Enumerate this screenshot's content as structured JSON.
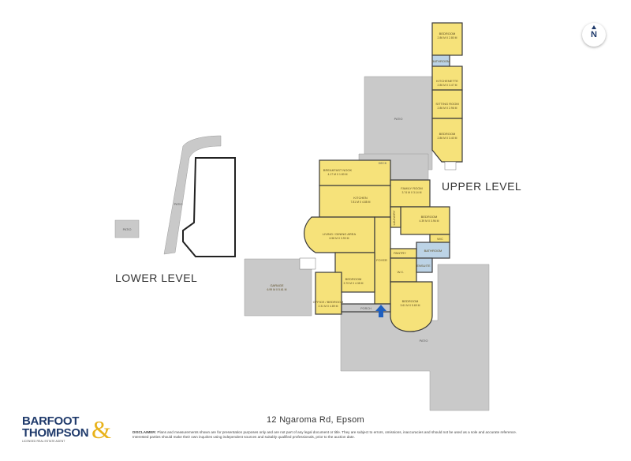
{
  "levels": {
    "upper": "UPPER LEVEL",
    "lower": "LOWER LEVEL"
  },
  "address": "12 Ngaroma Rd, Epsom",
  "compass": "N",
  "brand": {
    "line1": "BARFOOT",
    "line2": "THOMPSON",
    "amp": "&",
    "subline": "LICENSED REAL ESTATE AGENT"
  },
  "disclaimer": {
    "heading": "DISCLAIMER:",
    "text": "Plans and measurements shown are for presentation purposes only and are not part of any legal document or title. They are subject to errors, omissions, inaccuracies and should not be used as a sole and accurate reference. Interested parties should make their own inquiries using independent sources and suitably qualified professionals, prior to the auction date."
  },
  "rooms": {
    "bedroom_top": {
      "name": "BEDROOM",
      "dims": "2.86 M X 2.80 M"
    },
    "bathroom_top": {
      "name": "BATHROOM"
    },
    "kitchenette": {
      "name": "KITCHENETTE",
      "dims": "2.86 M X 3.47 M"
    },
    "sitting_room": {
      "name": "SITTING ROOM",
      "dims": "2.86 M X 2.96 M"
    },
    "bedroom_upper2": {
      "name": "BEDROOM",
      "dims": "2.86 M X 3.40 M"
    },
    "breakfast_nook": {
      "name": "BREAKFAST NOOK",
      "dims": "4.17 M X 1.80 M"
    },
    "kitchen": {
      "name": "KITCHEN",
      "dims": "7.81 M X 4.88 M"
    },
    "family_room": {
      "name": "FAMILY ROOM",
      "dims": "3.74 M X 3.14 M"
    },
    "bedroom_east": {
      "name": "BEDROOM",
      "dims": "4.39 M X 3.96 M"
    },
    "laundry": {
      "name": "LAUNDRY"
    },
    "wic": {
      "name": "W/C"
    },
    "bathroom_main": {
      "name": "BATHROOM"
    },
    "living_dining": {
      "name": "LIVING / DINING AREA",
      "dims": "6.58 M X 3.90 M"
    },
    "foyer": {
      "name": "FOYER"
    },
    "pantry": {
      "name": "PANTRY"
    },
    "wc": {
      "name": "W.C."
    },
    "ensuite": {
      "name": "ENSUITE"
    },
    "bedroom_mid": {
      "name": "BEDROOM",
      "dims": "3.70 M X 4.38 M"
    },
    "garage": {
      "name": "GARAGE",
      "dims": "6.99 M X 5.61 M"
    },
    "office": {
      "name": "OFFICE / BEDROOM",
      "dims": "2.31 M X 4.89 M"
    },
    "bedroom_master": {
      "name": "BEDROOM",
      "dims": "3.61 M X 5.69 M"
    }
  },
  "outdoor": {
    "patio_upper": "PATIO",
    "deck": "DECK",
    "porch": "PORCH",
    "patio_south": "PATIO",
    "patio_lower": "PATIO",
    "patio_small": "PATIO"
  },
  "colors": {
    "room_fill": "#f6e27a",
    "room_stroke": "#3a3a3a",
    "outdoor_fill": "#c9c9c9",
    "wet_fill": "#bcd3e6",
    "entry_arrow": "#1f5fbf",
    "brand_blue": "#1f3a6b",
    "brand_gold": "#e8b21a"
  }
}
